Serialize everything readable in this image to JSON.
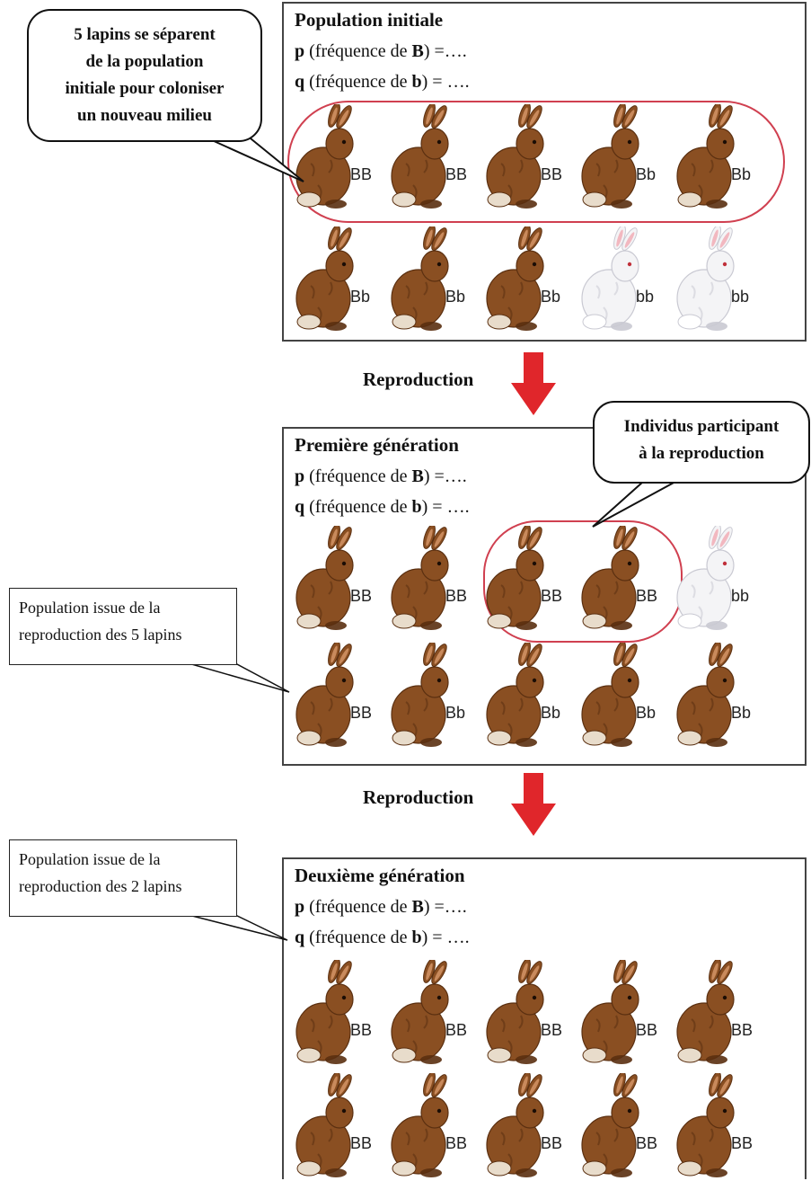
{
  "panels": [
    {
      "title": "Population initiale",
      "p_line": {
        "letter": "p",
        "text": " (fréquence de ",
        "allele": "B",
        "suffix": ") =…."
      },
      "q_line": {
        "letter": "q",
        "text": " (fréquence de ",
        "allele": "b",
        "suffix": ") = …."
      },
      "rabbits": [
        {
          "color": "brown",
          "genotype": "BB"
        },
        {
          "color": "brown",
          "genotype": "BB"
        },
        {
          "color": "brown",
          "genotype": "BB"
        },
        {
          "color": "brown",
          "genotype": "Bb"
        },
        {
          "color": "brown",
          "genotype": "Bb"
        },
        {
          "color": "brown",
          "genotype": "Bb"
        },
        {
          "color": "brown",
          "genotype": "Bb"
        },
        {
          "color": "brown",
          "genotype": "Bb"
        },
        {
          "color": "white",
          "genotype": "bb"
        },
        {
          "color": "white",
          "genotype": "bb"
        }
      ]
    },
    {
      "title": "Première génération",
      "p_line": {
        "letter": "p",
        "text": " (fréquence de ",
        "allele": "B",
        "suffix": ") =…."
      },
      "q_line": {
        "letter": "q",
        "text": " (fréquence de ",
        "allele": "b",
        "suffix": ") = …."
      },
      "rabbits": [
        {
          "color": "brown",
          "genotype": "BB"
        },
        {
          "color": "brown",
          "genotype": "BB"
        },
        {
          "color": "brown",
          "genotype": "BB"
        },
        {
          "color": "brown",
          "genotype": "BB"
        },
        {
          "color": "white",
          "genotype": "bb"
        },
        {
          "color": "brown",
          "genotype": "BB"
        },
        {
          "color": "brown",
          "genotype": "Bb"
        },
        {
          "color": "brown",
          "genotype": "Bb"
        },
        {
          "color": "brown",
          "genotype": "Bb"
        },
        {
          "color": "brown",
          "genotype": "Bb"
        }
      ]
    },
    {
      "title": "Deuxième génération",
      "p_line": {
        "letter": "p",
        "text": " (fréquence de ",
        "allele": "B",
        "suffix": ") =…."
      },
      "q_line": {
        "letter": "q",
        "text": " (fréquence de ",
        "allele": "b",
        "suffix": ") = …."
      },
      "rabbits": [
        {
          "color": "brown",
          "genotype": "BB"
        },
        {
          "color": "brown",
          "genotype": "BB"
        },
        {
          "color": "brown",
          "genotype": "BB"
        },
        {
          "color": "brown",
          "genotype": "BB"
        },
        {
          "color": "brown",
          "genotype": "BB"
        },
        {
          "color": "brown",
          "genotype": "BB"
        },
        {
          "color": "brown",
          "genotype": "BB"
        },
        {
          "color": "brown",
          "genotype": "BB"
        },
        {
          "color": "brown",
          "genotype": "BB"
        },
        {
          "color": "brown",
          "genotype": "BB"
        }
      ]
    }
  ],
  "arrows": [
    {
      "label": "Reproduction"
    },
    {
      "label": "Reproduction"
    }
  ],
  "callouts": {
    "colonize": [
      "5 lapins se séparent",
      "de la population",
      "initiale pour coloniser",
      "un nouveau milieu"
    ],
    "participants": [
      "Individus participant",
      "à la reproduction"
    ],
    "note1": [
      "Population issue de la",
      "reproduction des 5 lapins"
    ],
    "note2": [
      "Population issue de la",
      "reproduction des 2 lapins"
    ]
  },
  "colors": {
    "arrow": "#e0262b",
    "ring": "#d04050",
    "brown_fur": "#8a4f22",
    "white_fur": "#f4f4f6"
  }
}
